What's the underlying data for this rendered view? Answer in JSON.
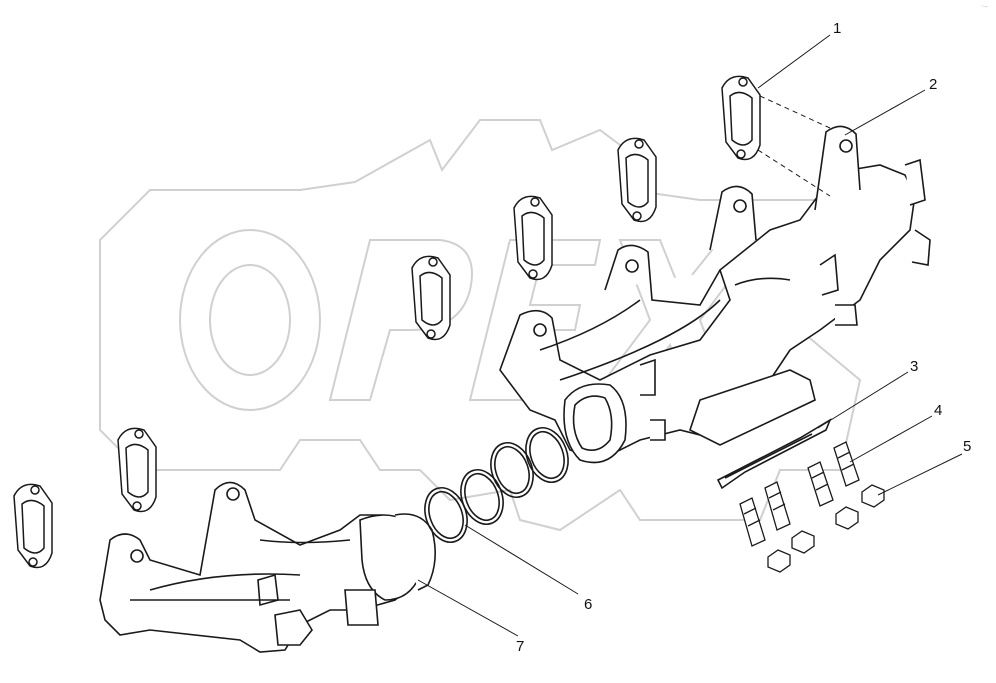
{
  "diagram": {
    "callouts": [
      {
        "id": "1",
        "label": "1"
      },
      {
        "id": "2",
        "label": "2"
      },
      {
        "id": "3",
        "label": "3"
      },
      {
        "id": "4",
        "label": "4"
      },
      {
        "id": "5",
        "label": "5"
      },
      {
        "id": "6",
        "label": "6"
      },
      {
        "id": "7",
        "label": "7"
      }
    ],
    "watermark": {
      "text": "OPEX"
    },
    "corner_mark": "·–"
  }
}
